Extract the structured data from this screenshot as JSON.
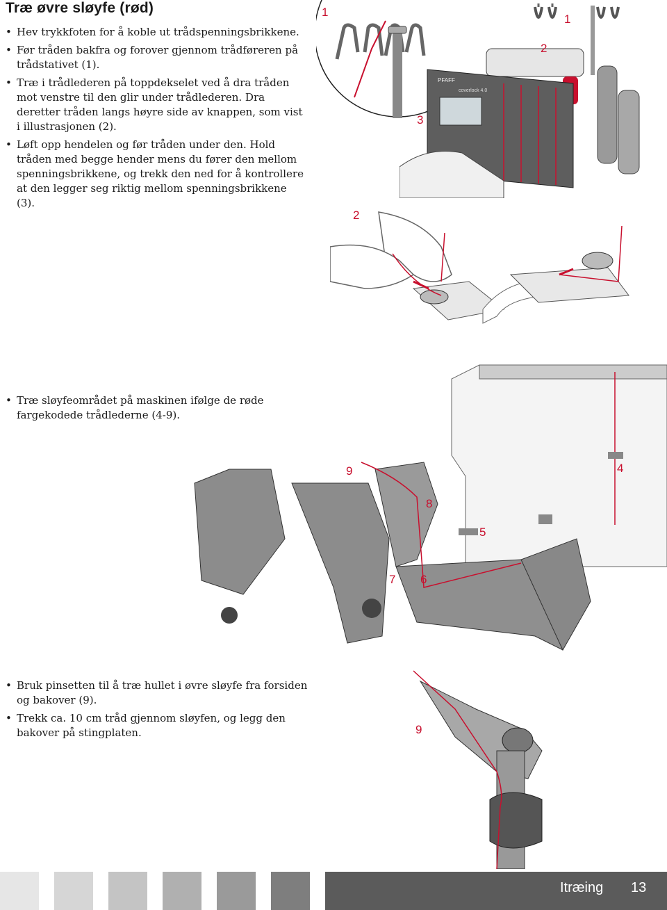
{
  "page": {
    "title": "Træ øvre sløyfe (rød)"
  },
  "section1": {
    "bullets": [
      "Hev trykkfoten for å koble ut trådspenningsbrikkene.",
      "Før tråden bakfra og forover gjennom trådføreren på trådstativet (1).",
      "Træ i trådlederen på toppdekselet ved å dra tråden mot venstre til den glir under trådlederen. Dra deretter tråden langs høyre side av knappen, som vist i illustrasjonen (2).",
      "Løft opp hendelen og før tråden under den. Hold tråden med begge hender mens du fører den mellom spenningsbrikkene, og trekk den ned for å kontrollere at den legger seg riktig mellom spenningsbrikkene (3)."
    ]
  },
  "section2": {
    "bullets": [
      "Træ sløyfeområdet på maskinen ifølge de røde fargekodede trådlederne (4-9)."
    ]
  },
  "section3": {
    "bullets": [
      "Bruk pinsetten til å træ hullet i øvre sløyfe fra forsiden og bakover (9).",
      "Trekk ca. 10 cm tråd gjennom sløyfen, og legg den bakover på stingplaten."
    ]
  },
  "callouts": {
    "c1_zoom": "1",
    "c1_machine": "1",
    "c2_machine": "2",
    "c3_machine": "3",
    "c2_hands": "2",
    "c9": "9",
    "c8": "8",
    "c4": "4",
    "c5": "5",
    "c7": "7",
    "c6": "6",
    "c9_bottom": "9"
  },
  "machine": {
    "brand": "PFAFF",
    "model": "coverlock 4.0"
  },
  "footer": {
    "section_label": "Itræing",
    "page_number": "13"
  },
  "colors": {
    "accent_red": "#c8102e",
    "footer_dark": "#5b5b5b"
  }
}
